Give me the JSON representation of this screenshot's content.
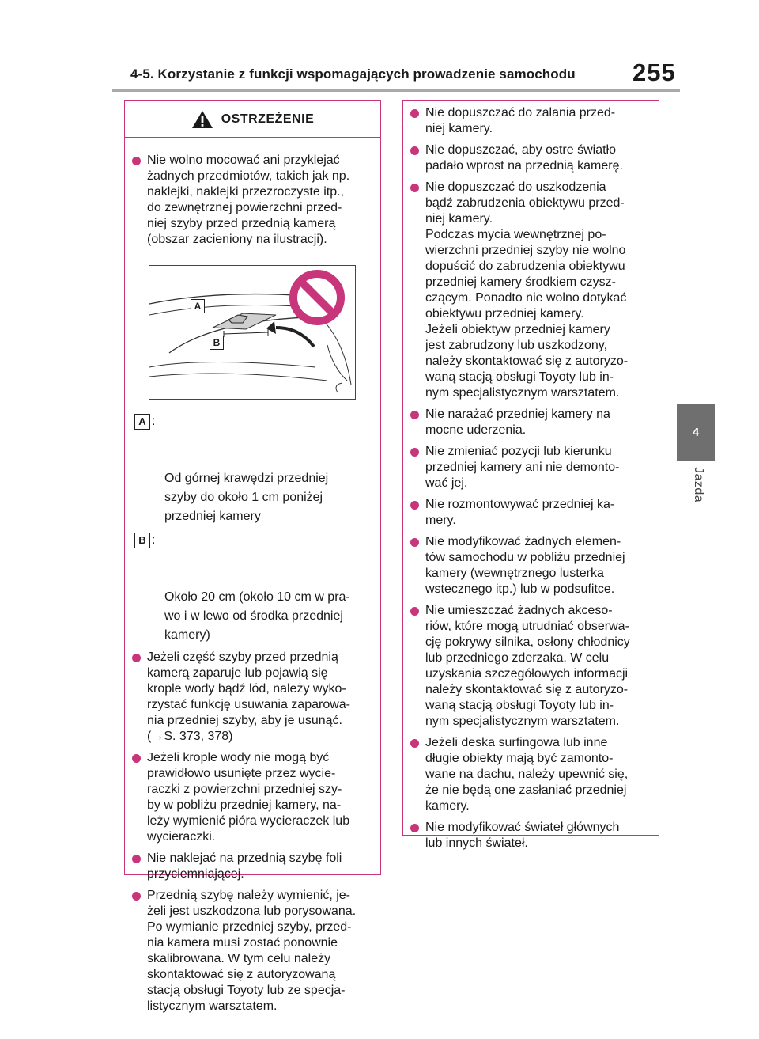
{
  "header": {
    "section_title": "4-5. Korzystanie z funkcji wspomagających prowadzenie samochodu",
    "page_number": "255"
  },
  "side_tab": {
    "number": "4",
    "label": "Jazda"
  },
  "warning": {
    "title": "OSTRZEŻENIE",
    "icon": "warning-triangle-icon",
    "accent_color": "#c8357a"
  },
  "left_column": {
    "bullet_1": "Nie wolno mocować ani przyklejać\nżadnych przedmiotów, takich jak np.\nnaklejki, naklejki przezroczyste itp.,\ndo zewnętrznej powierzchni przed-\nniej szyby przed przednią kamerą\n(obszar zacieniony na ilustracji).",
    "figure": {
      "label_a": "A",
      "label_b": "B",
      "prohibition_icon": "no-entry-icon"
    },
    "legend_a_letter": "A",
    "legend_a_text": "Od górnej krawędzi przedniej\nszyby do około 1 cm poniżej\nprzedniej kamery",
    "legend_b_letter": "B",
    "legend_b_text": "Około 20 cm (około 10 cm w pra-\nwo i w lewo od środka przedniej\nkamery)",
    "colon": ":",
    "bullet_2": "Jeżeli część szyby przed przednią\nkamerą zaparuje lub pojawią się\nkrople wody bądź lód, należy wyko-\nrzystać funkcję usuwania zaparowa-\nnia przedniej szyby, aby je usunąć.\n(→S. 373, 378)",
    "bullet_3": "Jeżeli krople wody nie mogą być\nprawidłowo usunięte przez wycie-\nraczki z powierzchni przedniej szy-\nby w pobliżu przedniej kamery, na-\nleży wymienić pióra wycieraczek lub\nwycieraczki.",
    "bullet_4": "Nie naklejać na przednią szybę foli\nprzyciemniającej.",
    "bullet_5": "Przednią szybę należy wymienić, je-\nżeli jest uszkodzona lub porysowana.\nPo wymianie przedniej szyby, przed-\nnia kamera musi zostać ponownie\nskalibrowana. W tym celu należy\nskontaktować się z autoryzowaną\nstacją obsługi Toyoty lub ze specja-\nlistycznym warsztatem."
  },
  "right_column": {
    "bullet_1": "Nie dopuszczać do zalania przed-\nniej kamery.",
    "bullet_2": "Nie dopuszczać, aby ostre światło\npadało wprost na przednią kamerę.",
    "bullet_3": "Nie dopuszczać do uszkodzenia\nbądź zabrudzenia obiektywu przed-\nniej kamery.\nPodczas mycia wewnętrznej po-\nwierzchni przedniej szyby nie wolno\ndopuścić do zabrudzenia obiektywu\nprzedniej kamery środkiem czysz-\nczącym. Ponadto nie wolno dotykać\nobiektywu przedniej kamery.\nJeżeli obiektyw przedniej kamery\njest zabrudzony lub uszkodzony,\nnależy skontaktować się z autoryzo-\nwaną stacją obsługi Toyoty lub in-\nnym specjalistycznym warsztatem.",
    "bullet_4": "Nie narażać przedniej kamery na\nmocne uderzenia.",
    "bullet_5": "Nie zmieniać pozycji lub kierunku\nprzedniej kamery ani nie demonto-\nwać jej.",
    "bullet_6": "Nie rozmontowywać przedniej ka-\nmery.",
    "bullet_7": "Nie modyfikować żadnych elemen-\ntów samochodu w pobliżu przedniej\nkamery (wewnętrznego lusterka\nwstecznego itp.) lub w podsufitce.",
    "bullet_8": "Nie umieszczać żadnych akceso-\nriów, które mogą utrudniać obserwa-\ncję pokrywy silnika, osłony chłodnicy\nlub przedniego zderzaka. W celu\nuzyskania szczegółowych informacji\nnależy skontaktować się z autoryzo-\nwaną stacją obsługi Toyoty lub in-\nnym specjalistycznym warsztatem.",
    "bullet_9": "Jeżeli deska surfingowa lub inne\ndługie obiekty mają być zamonto-\nwane na dachu, należy upewnić się,\nże nie będą one zasłaniać przedniej\nkamery.",
    "bullet_10": "Nie modyfikować świateł głównych\nlub innych świateł."
  }
}
